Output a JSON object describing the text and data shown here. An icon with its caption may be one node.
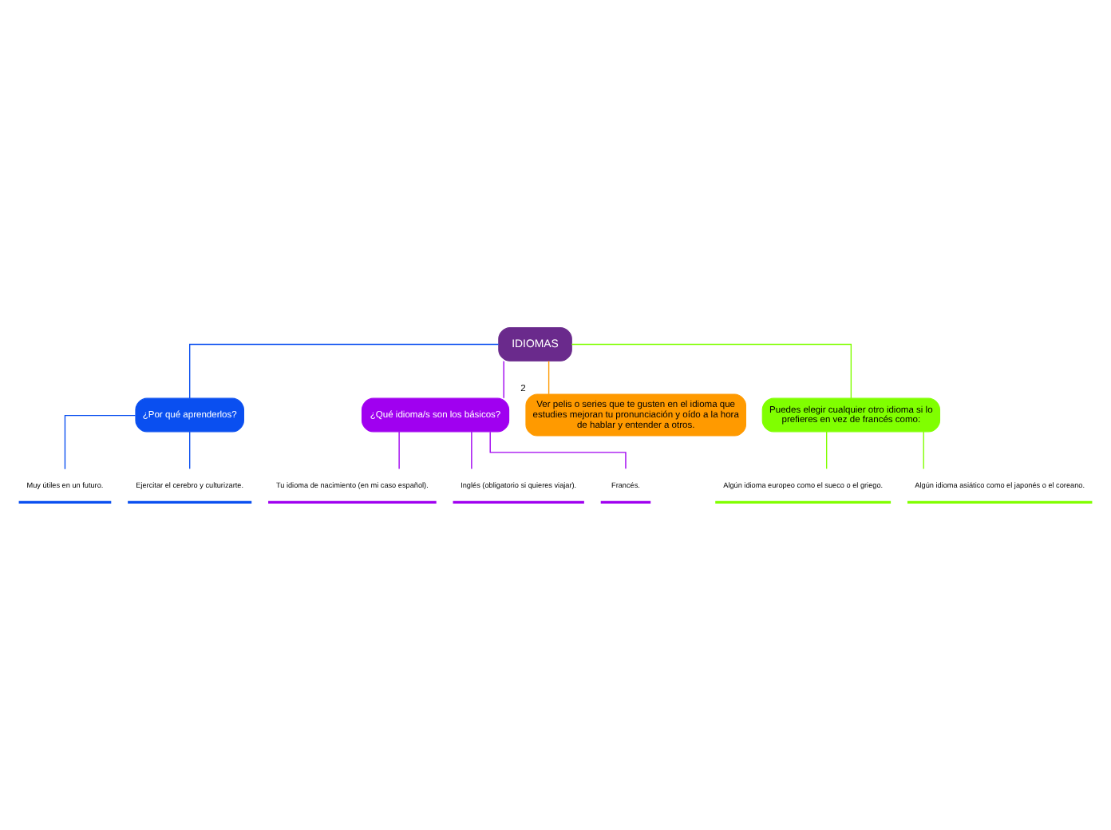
{
  "diagram": {
    "nodes": [
      {
        "text": [
          "IDIOMAS"
        ]
      },
      {
        "text": [
          "¿Por qué aprenderlos?"
        ]
      },
      {
        "text": [
          "Muy útiles en un futuro."
        ]
      },
      {
        "text": [
          "Ejercitar el cerebro y culturizarte."
        ]
      },
      {
        "text": [
          "¿Qué idioma/s son los básicos?"
        ]
      },
      {
        "text": [
          "Tu idioma de nacimiento (en mi caso español)."
        ]
      },
      {
        "text": [
          "Inglés (obligatorio si quieres viajar)."
        ]
      },
      {
        "text": [
          "Francés."
        ]
      },
      {
        "text": [
          "Ver pelis o series que te gusten en el idioma que estudies mejoran tu pronunciación y oído a la hora de hablar y entender a otros."
        ],
        "beside": [
          "2"
        ]
      },
      {
        "text": [
          "Puedes elegir cualquier otro idioma si lo prefieres en vez de francés como:"
        ]
      },
      {
        "text": [
          "Algún idioma europeo como el sueco o el griego."
        ]
      },
      {
        "text": [
          "Algún idioma asiático como el japonés o el coreano."
        ]
      }
    ],
    "edges": [
      {
        "from": 0,
        "to": 1,
        "arrow": "none",
        "color": "#0a4ff0"
      },
      {
        "from": 1,
        "to": 2,
        "arrow": "none",
        "color": "#0a4ff0"
      },
      {
        "from": 1,
        "to": 3,
        "arrow": "none",
        "color": "#0a4ff0"
      },
      {
        "from": 0,
        "to": 4,
        "arrow": "none"
      },
      {
        "from": 4,
        "to": 5,
        "arrow": "none"
      },
      {
        "from": 4,
        "to": 6,
        "arrow": "none"
      },
      {
        "from": 4,
        "to": 7,
        "arrow": "none"
      },
      {
        "from": 0,
        "to": 8,
        "arrow": "none",
        "color": "#ff9a00"
      },
      {
        "from": 0,
        "to": 9,
        "arrow": "none",
        "color": "#80ff00"
      },
      {
        "from": 9,
        "to": 10,
        "arrow": "none",
        "color": "#80ff00"
      },
      {
        "from": 9,
        "to": 11,
        "arrow": "none",
        "color": "#80ff00"
      }
    ]
  }
}
